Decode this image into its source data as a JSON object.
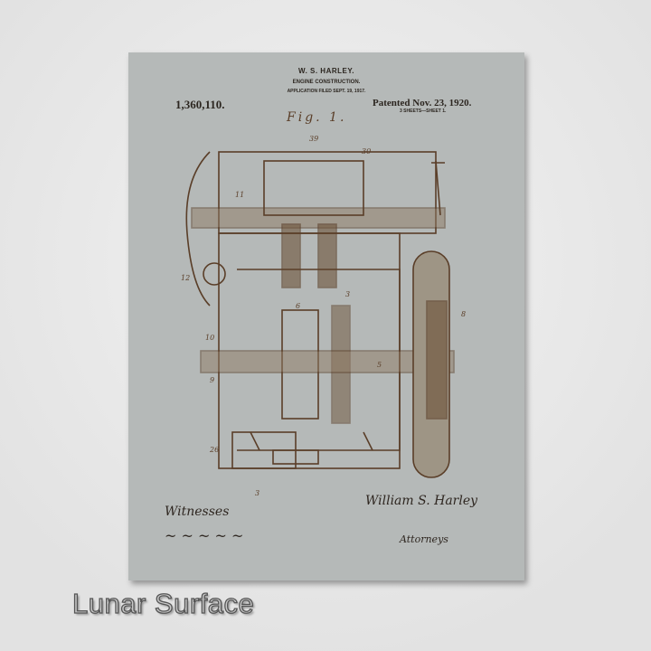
{
  "patent": {
    "inventor": "W. S. HARLEY.",
    "title": "ENGINE CONSTRUCTION.",
    "filed": "APPLICATION FILED SEPT. 19, 1917.",
    "number": "1,360,110.",
    "patented": "Patented Nov. 23, 1920.",
    "sheets": "3 SHEETS—SHEET 1.",
    "figure": "Fig. 1.",
    "signatures": {
      "witnesses": "Witnesses",
      "inventor": "William S. Harley",
      "attorneys": "Attorneys"
    }
  },
  "product": {
    "finish_label": "Lunar Surface"
  },
  "colors": {
    "background": "#e6e6e6",
    "print": "#b5b9b8",
    "ink": "#5a3e28"
  }
}
